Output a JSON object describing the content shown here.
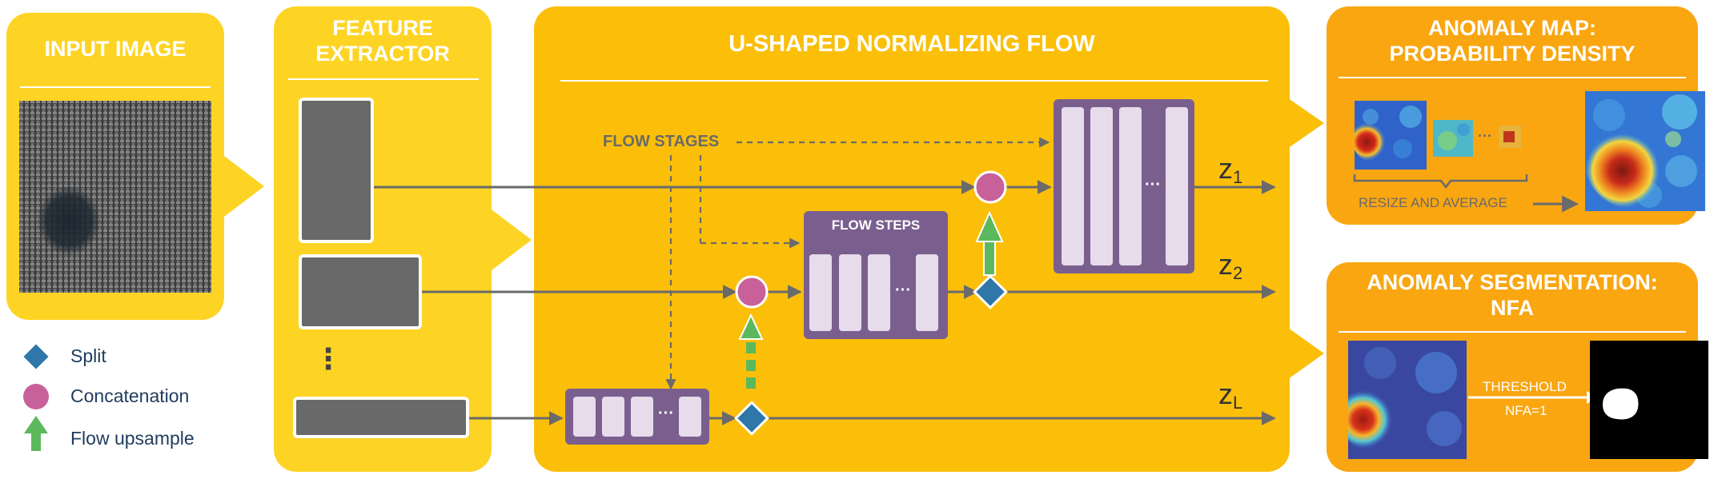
{
  "panels": {
    "input": {
      "title": "INPUT IMAGE"
    },
    "extractor": {
      "title_line1": "FEATURE",
      "title_line2": "EXTRACTOR",
      "ellipsis": "⋮"
    },
    "flow": {
      "title": "U-SHAPED NORMALIZING FLOW",
      "flow_stages_label": "FLOW STAGES",
      "flow_steps_label": "FLOW STEPS",
      "ellipsis": "···"
    },
    "anomaly_map": {
      "title_line1": "ANOMALY MAP:",
      "title_line2": "PROBABILITY DENSITY",
      "resize_label": "RESIZE AND AVERAGE",
      "ellipsis": "···"
    },
    "segmentation": {
      "title_line1": "ANOMALY SEGMENTATION:",
      "title_line2": "NFA",
      "threshold_label": "THRESHOLD",
      "nfa_label": "NFA=1"
    }
  },
  "outputs": [
    {
      "letter": "z",
      "index": "1"
    },
    {
      "letter": "z",
      "index": "2"
    },
    {
      "letter": "z",
      "index": "L"
    }
  ],
  "legend": [
    {
      "label": "Split",
      "icon": "diamond-icon"
    },
    {
      "label": "Concatenation",
      "icon": "circle-icon"
    },
    {
      "label": "Flow upsample",
      "icon": "up-arrow-icon"
    }
  ],
  "colors": {
    "panel_light": "#fdd424",
    "panel_main": "#fbbf0a",
    "panel_orange": "#f9a611",
    "flow_box": "#7a5f8e",
    "flow_bar": "#e6dcec",
    "split": "#2e77a8",
    "concat": "#c8619a",
    "upsample": "#5cb85c",
    "arrow": "#6a6a6a"
  }
}
